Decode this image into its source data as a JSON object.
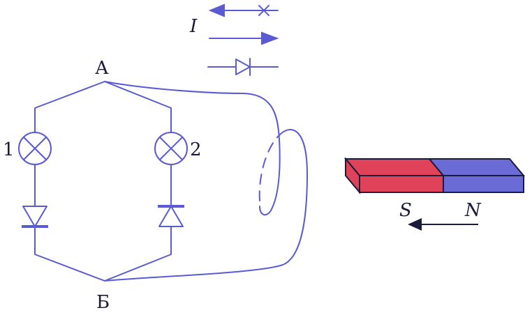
{
  "labels": {
    "node_top": "А",
    "node_bottom": "Б",
    "lamp_left": "1",
    "lamp_right": "2",
    "current": "I",
    "pole_s": "S",
    "pole_n": "N"
  },
  "colors": {
    "wire": "#5a5ad2",
    "magnet_south": "#e0425a",
    "magnet_north": "#6b6bd6",
    "text": "#1a1a3a"
  },
  "icons": {
    "lamp": "lamp-icon",
    "diode": "diode-icon",
    "arrow": "arrow-icon"
  }
}
